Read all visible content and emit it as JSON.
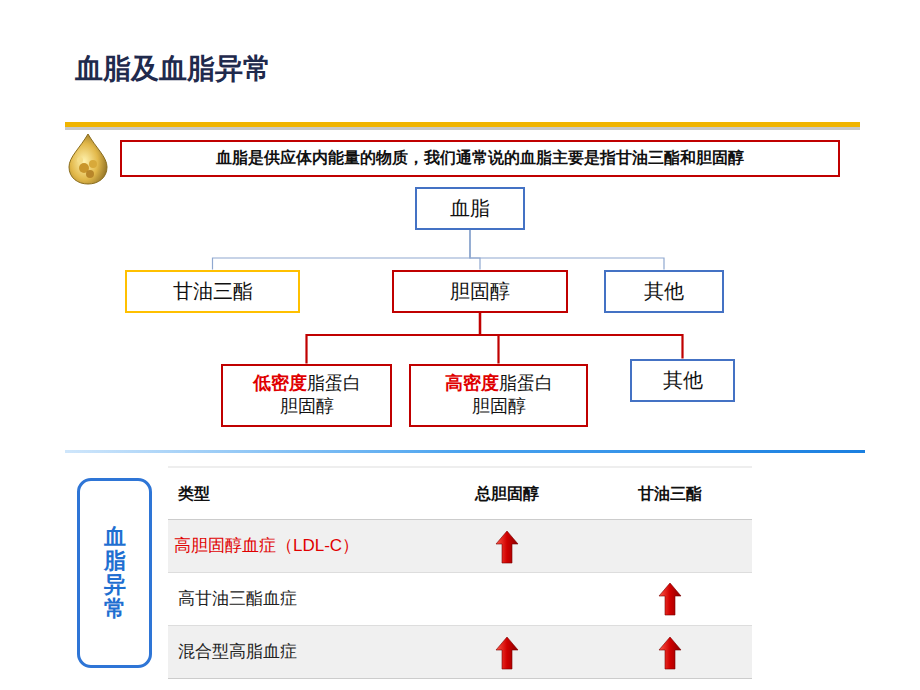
{
  "diagram": {
    "title": "血脂及血脂异常",
    "nodes": [
      {
        "text": [
          "血脂是供应体内能量的物质，我们通常说的血脂主要是指甘油三酯和胆固醇"
        ]
      },
      {
        "text": [
          "血脂"
        ]
      },
      {
        "text": [
          "甘油三酯"
        ]
      },
      {
        "text": [
          "胆固醇"
        ]
      },
      {
        "text": [
          "其他"
        ]
      },
      {
        "text": [
          "低密度",
          "脂蛋白 胆固醇"
        ]
      },
      {
        "text": [
          "高密度",
          "脂蛋白 胆固醇"
        ]
      },
      {
        "text": [
          "其他"
        ]
      },
      {
        "text": [
          "血脂异常"
        ]
      }
    ],
    "edges": [
      {
        "from": 1,
        "to": 2,
        "arrow": "none"
      },
      {
        "from": 1,
        "to": 3,
        "arrow": "none"
      },
      {
        "from": 1,
        "to": 4,
        "arrow": "none"
      },
      {
        "from": 3,
        "to": 5,
        "arrow": "none"
      },
      {
        "from": 3,
        "to": 6,
        "arrow": "none"
      },
      {
        "from": 3,
        "to": 7,
        "arrow": "none"
      }
    ],
    "labels": [
      "类型",
      "总胆固醇",
      "甘油三酯",
      "高胆固醇血症（LDL-C）",
      "高甘油三酯血症",
      "混合型高脂血症"
    ]
  }
}
